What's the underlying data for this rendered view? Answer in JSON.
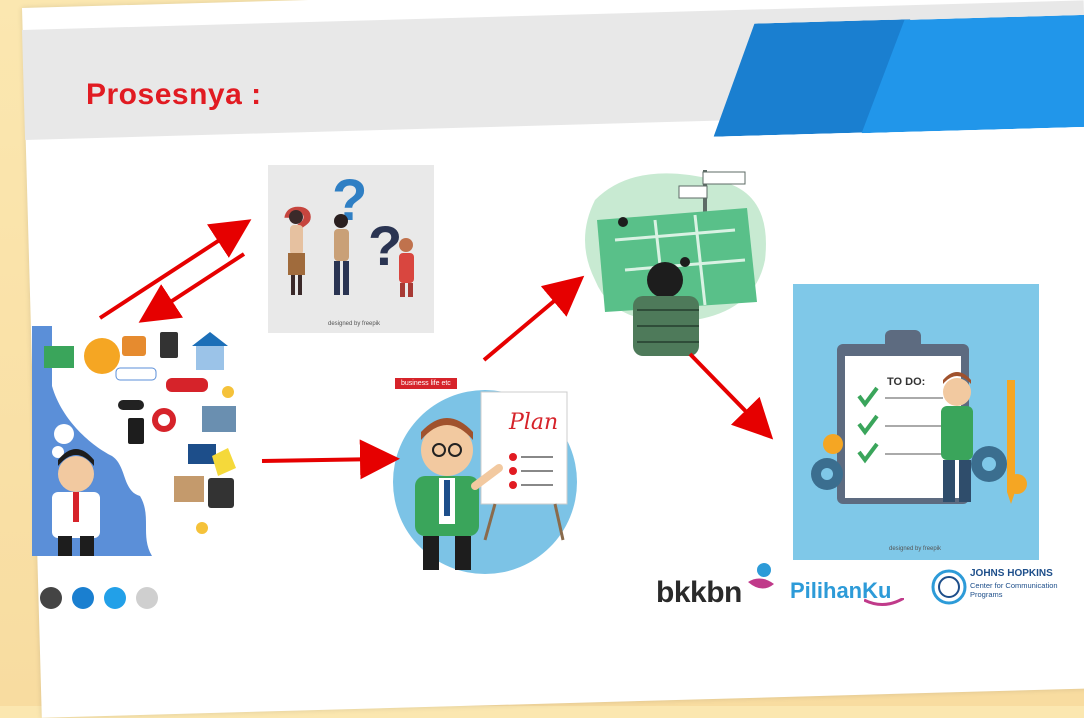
{
  "slide": {
    "title": "Prosesnya :",
    "accent_color": "#e11b22",
    "header_blue": "#1a7fd0"
  },
  "images": {
    "questions": {
      "caption": "designed by freepik"
    },
    "plan": {
      "banner": "business life etc",
      "board_text": "Plan"
    },
    "todo": {
      "heading": "TO DO:",
      "caption": "designed by freepik"
    }
  },
  "pagination": {
    "dot_colors": [
      "#444444",
      "#1a7fd0",
      "#22a0e8",
      "#cfcfcf"
    ]
  },
  "logos": {
    "bkkbn": "bkkbn",
    "pilihanku": "PilihanKu",
    "jh_title": "JOHNS HOPKINS",
    "jh_sub1": "Center for Communication",
    "jh_sub2": "Programs"
  }
}
